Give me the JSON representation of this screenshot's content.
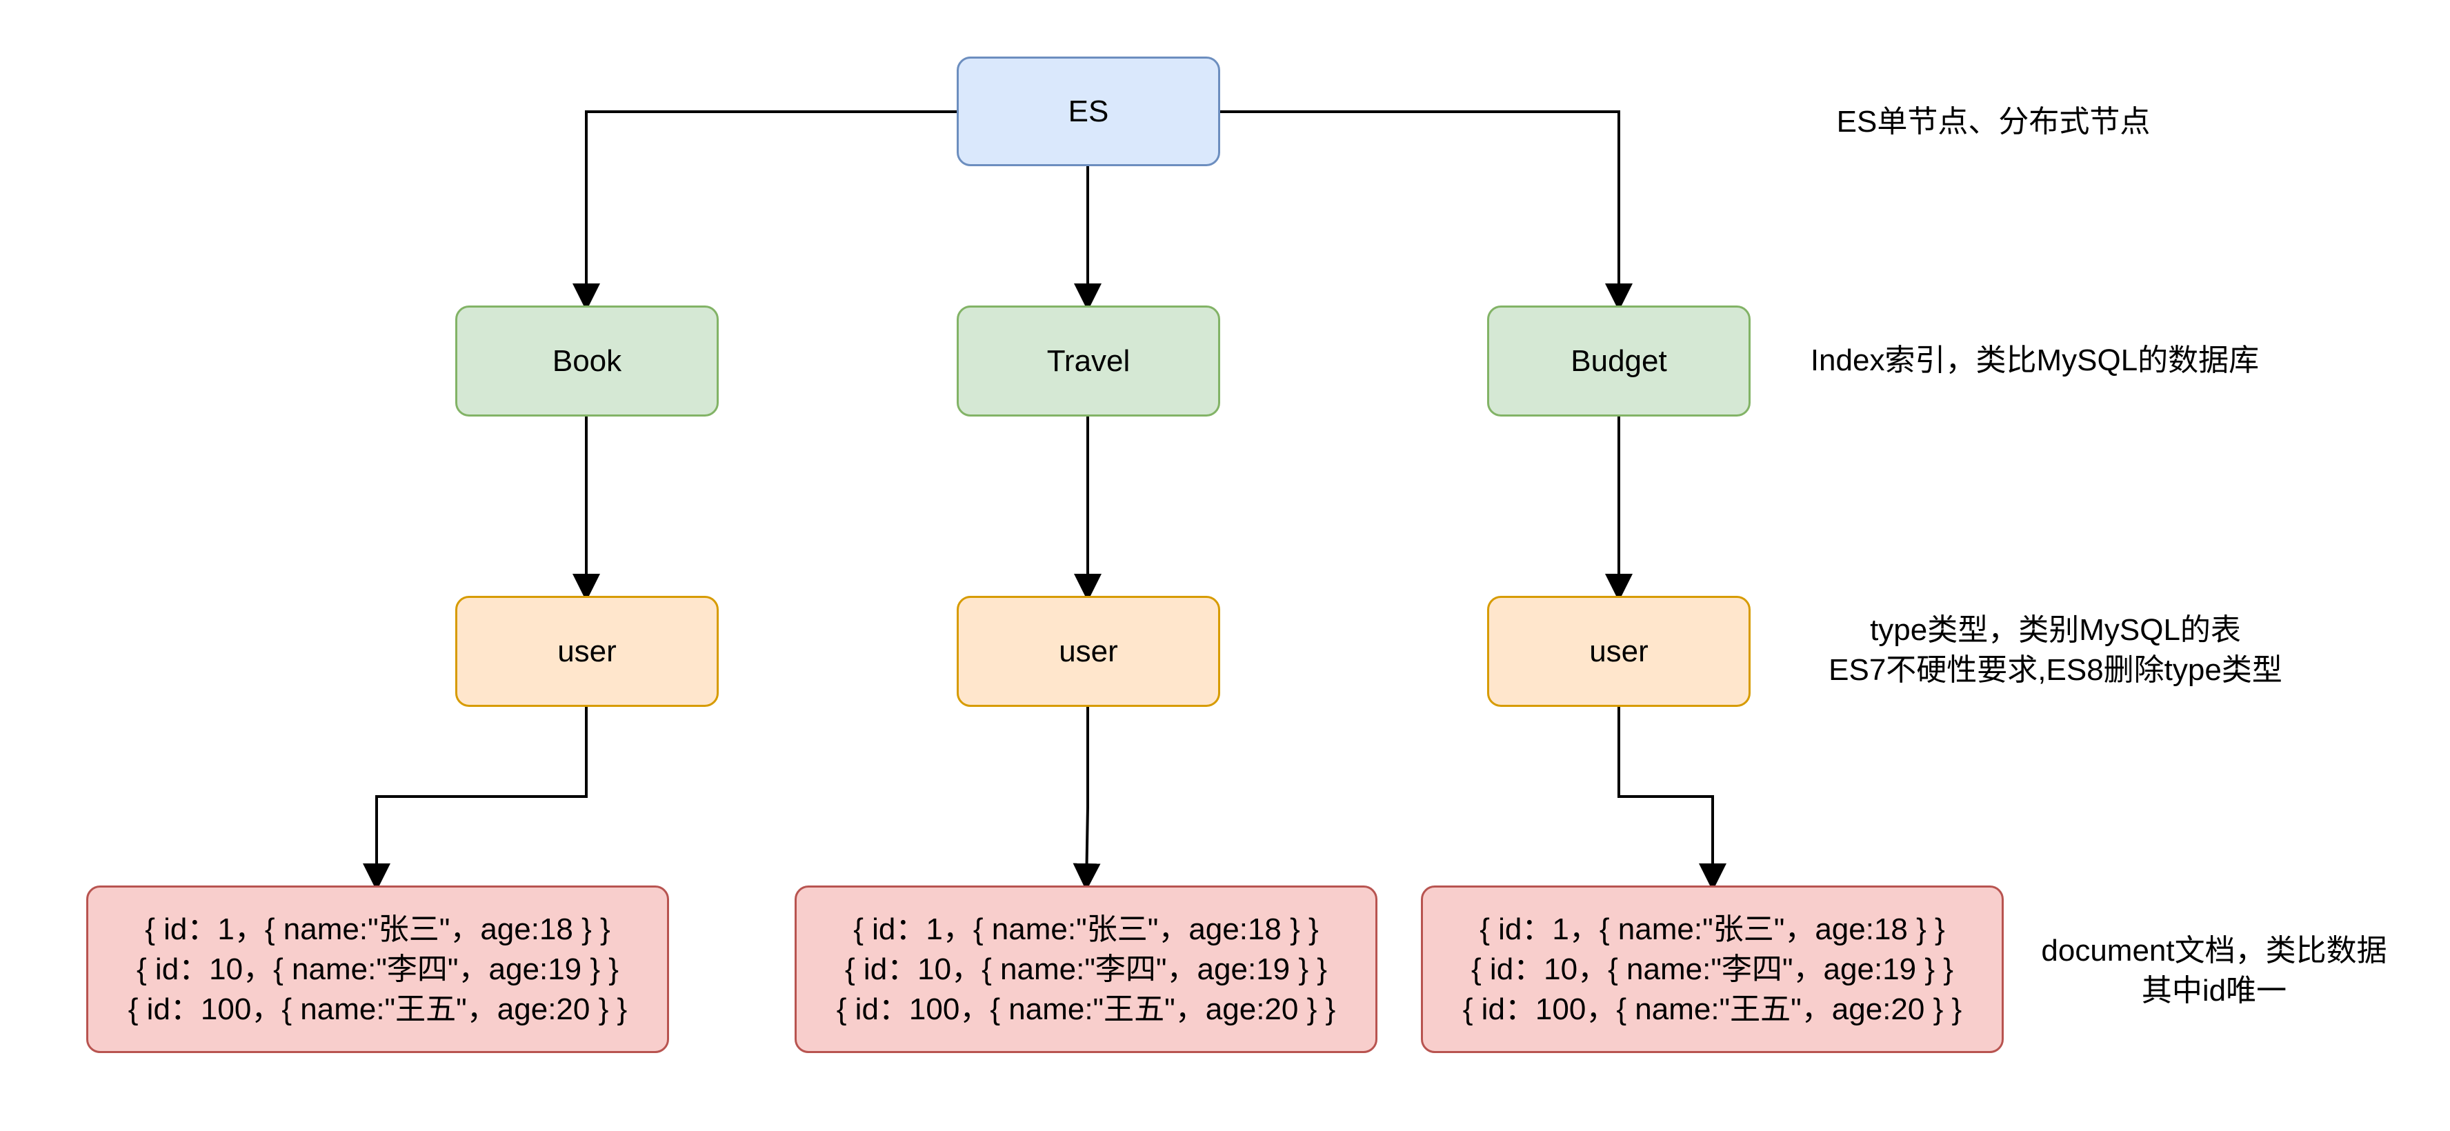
{
  "root": {
    "label": "ES"
  },
  "indices": [
    {
      "label": "Book"
    },
    {
      "label": "Travel"
    },
    {
      "label": "Budget"
    }
  ],
  "types": [
    {
      "label": "user"
    },
    {
      "label": "user"
    },
    {
      "label": "user"
    }
  ],
  "documents": [
    {
      "lines": [
        "{ id：1，{ name:\"张三\"，age:18  } }",
        "{ id：10，{ name:\"李四\"，age:19  } }",
        "{ id：100，{ name:\"王五\"，age:20  } }"
      ]
    },
    {
      "lines": [
        "{ id：1，{ name:\"张三\"，age:18  } }",
        "{ id：10，{ name:\"李四\"，age:19  } }",
        "{ id：100，{ name:\"王五\"，age:20  } }"
      ]
    },
    {
      "lines": [
        "{ id：1，{ name:\"张三\"，age:18  } }",
        "{ id：10，{ name:\"李四\"，age:19  } }",
        "{ id：100，{ name:\"王五\"，age:20  } }"
      ]
    }
  ],
  "notes": {
    "es": "ES单节点、分布式节点",
    "index": "Index索引，类比MySQL的数据库",
    "type_line1": "type类型，类别MySQL的表",
    "type_line2": "ES7不硬性要求,ES8删除type类型",
    "document_line1": "document文档，类比数据",
    "document_line2": "其中id唯一"
  }
}
